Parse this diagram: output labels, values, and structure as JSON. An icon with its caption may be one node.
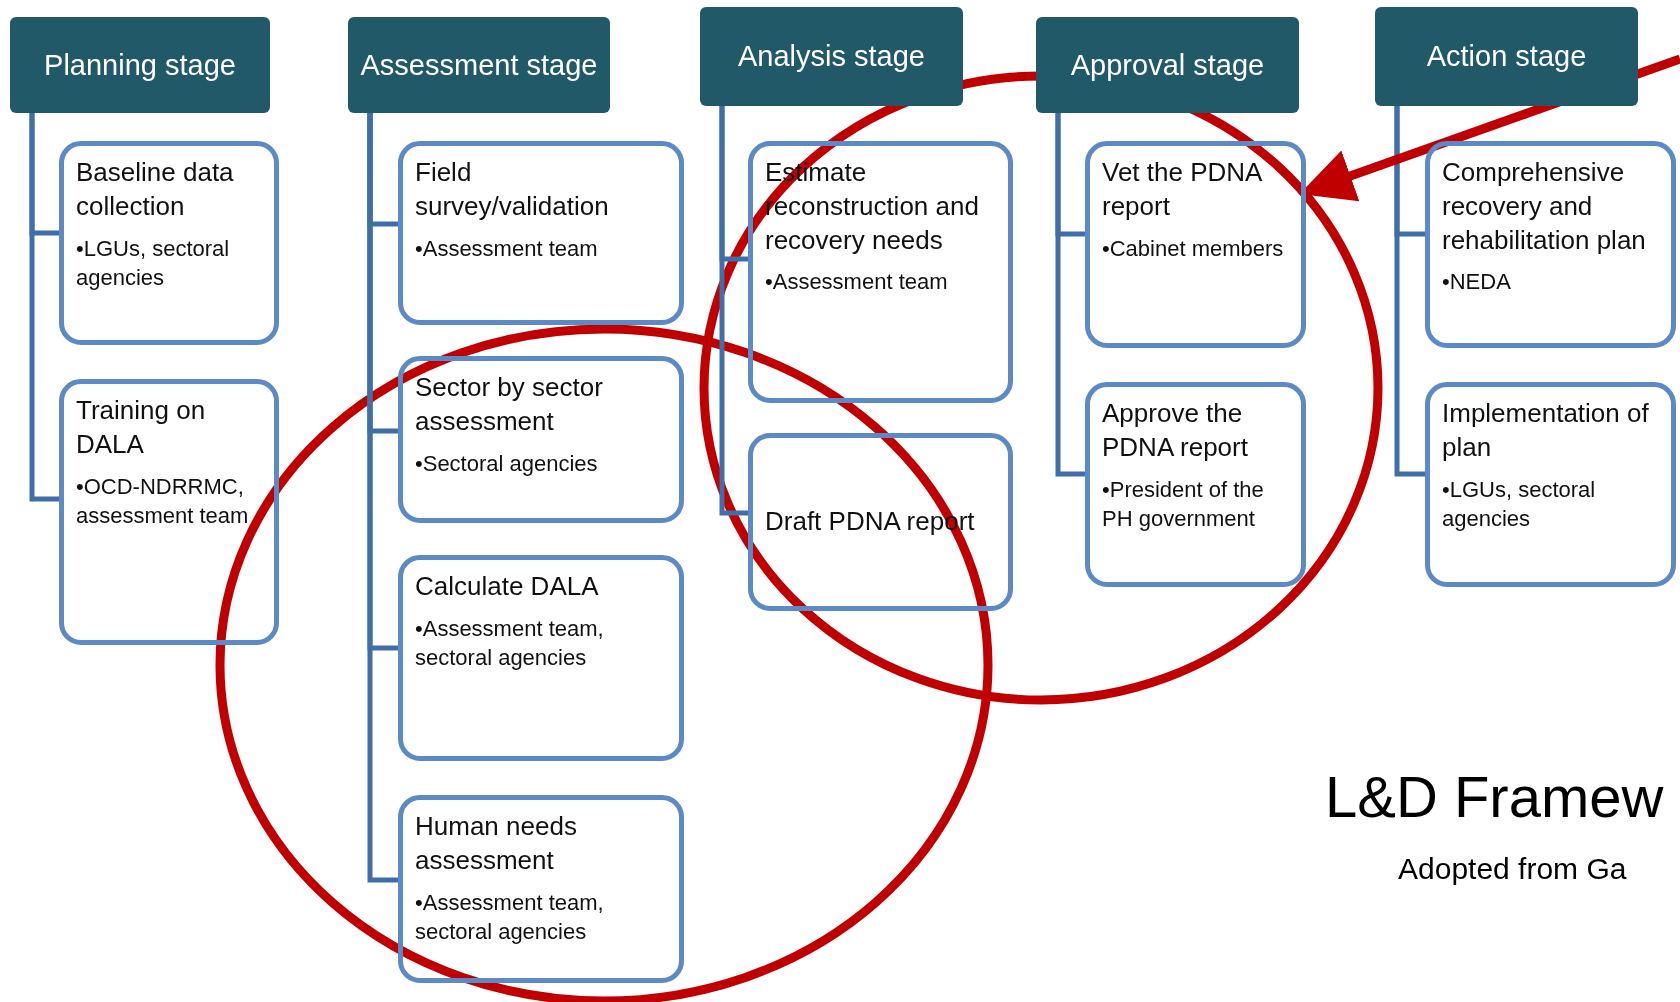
{
  "diagram": {
    "title": "L&D Framew",
    "caption": "Adopted from Ga",
    "nodes": [
      {
        "text": [
          "Planning stage"
        ]
      },
      {
        "text": [
          "Baseline data collection",
          "•LGUs, sectoral agencies"
        ]
      },
      {
        "text": [
          "Training on DALA",
          "•OCD-NDRRMC, assessment team"
        ]
      },
      {
        "text": [
          "Assessment stage"
        ]
      },
      {
        "text": [
          "Field survey/validation",
          "•Assessment team"
        ]
      },
      {
        "text": [
          "Sector by sector assessment",
          "•Sectoral agencies"
        ]
      },
      {
        "text": [
          "Calculate DALA",
          "•Assessment team, sectoral agencies"
        ]
      },
      {
        "text": [
          "Human needs assessment",
          "•Assessment team, sectoral agencies"
        ]
      },
      {
        "text": [
          "Analysis stage"
        ]
      },
      {
        "text": [
          "Estimate reconstruction and recovery needs",
          "•Assessment team"
        ]
      },
      {
        "text": [
          "Draft PDNA report"
        ]
      },
      {
        "text": [
          "Approval stage"
        ]
      },
      {
        "text": [
          "Vet the PDNA report",
          "•Cabinet members"
        ]
      },
      {
        "text": [
          "Approve the PDNA report",
          "•President of the PH government"
        ]
      },
      {
        "text": [
          "Action stage"
        ]
      },
      {
        "text": [
          "Comprehensive recovery and rehabilitation plan",
          "•NEDA"
        ]
      },
      {
        "text": [
          "Implementation of plan",
          "•LGUs, sectoral agencies"
        ]
      }
    ],
    "edges": [
      {
        "from": 0,
        "to": 1,
        "arrow": "none"
      },
      {
        "from": 0,
        "to": 2,
        "arrow": "none"
      },
      {
        "from": 3,
        "to": 4,
        "arrow": "none"
      },
      {
        "from": 3,
        "to": 5,
        "arrow": "none"
      },
      {
        "from": 3,
        "to": 6,
        "arrow": "none"
      },
      {
        "from": 3,
        "to": 7,
        "arrow": "none"
      },
      {
        "from": 8,
        "to": 9,
        "arrow": "none"
      },
      {
        "from": 8,
        "to": 10,
        "arrow": "none"
      },
      {
        "from": 11,
        "to": 12,
        "arrow": "none"
      },
      {
        "from": 11,
        "to": 13,
        "arrow": "none"
      },
      {
        "from": 14,
        "to": 15,
        "arrow": "none"
      },
      {
        "from": 14,
        "to": 16,
        "arrow": "none"
      },
      {
        "from": null,
        "to": 12,
        "arrow": "to",
        "style": "thick",
        "color": "#c00000"
      }
    ]
  }
}
